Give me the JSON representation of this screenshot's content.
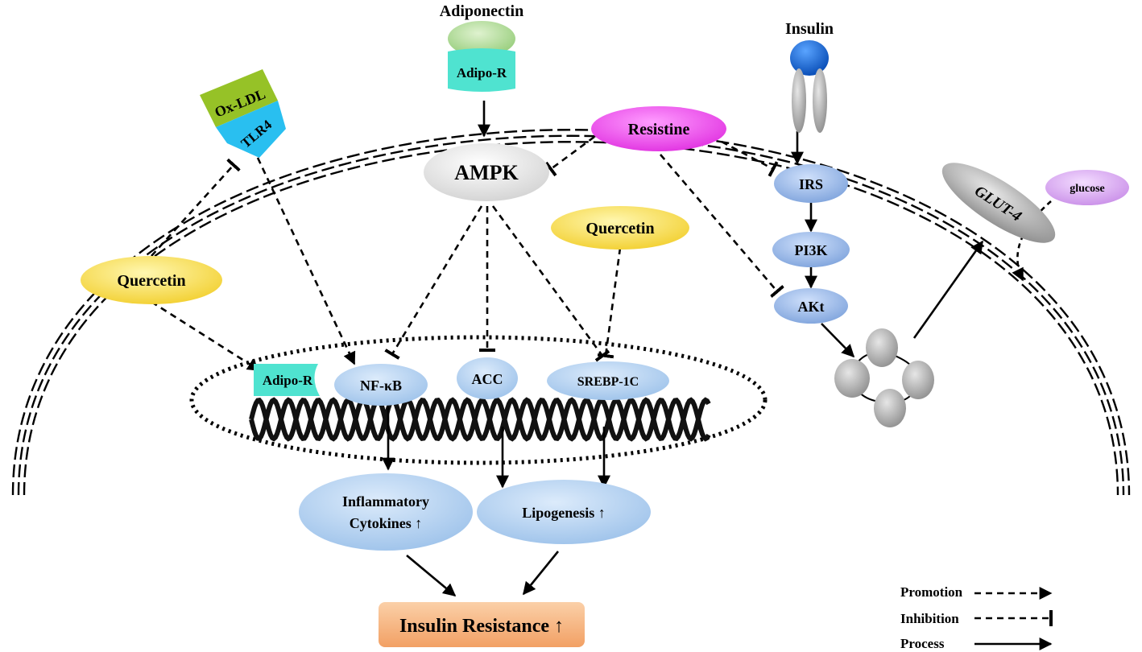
{
  "labels": {
    "adiponectin": "Adiponectin",
    "adipo_r_membrane": "Adipo-R",
    "insulin": "Insulin",
    "ox_ldl": "Ox-LDL",
    "tlr4": "TLR4",
    "ampk": "AMPK",
    "resistine": "Resistine",
    "quercetin_left": "Quercetin",
    "quercetin_right": "Quercetin",
    "irs": "IRS",
    "pi3k": "PI3K",
    "akt": "AKt",
    "glut4": "GLUT-4",
    "glucose": "glucose",
    "adipo_r_nucleus": "Adipo-R",
    "nfkb": "NF-κB",
    "acc": "ACC",
    "srebp": "SREBP-1C",
    "cytokines_line1": "Inflammatory",
    "cytokines_line2": "Cytokines ↑",
    "lipogenesis": "Lipogenesis ↑",
    "insulin_resistance": "Insulin Resistance ↑"
  },
  "legend": {
    "promotion": "Promotion",
    "inhibition": "Inhibition",
    "process": "Process"
  },
  "colors": {
    "quercetin": "#f5d94a",
    "resistine": "#ee44ee",
    "ampk": "#e2e2e2",
    "blue_node": "#8fb3e6",
    "light_blue": "#a9cbef",
    "adipo_r": "#4ee6d2",
    "adiponectin": "#a9d890",
    "insulin_ball": "#1565d8",
    "ox_ldl": "#99c22a",
    "tlr4": "#2ec0f0",
    "glucose": "#d9a2f2",
    "insulin_resistance_box": "#f7b27a"
  }
}
